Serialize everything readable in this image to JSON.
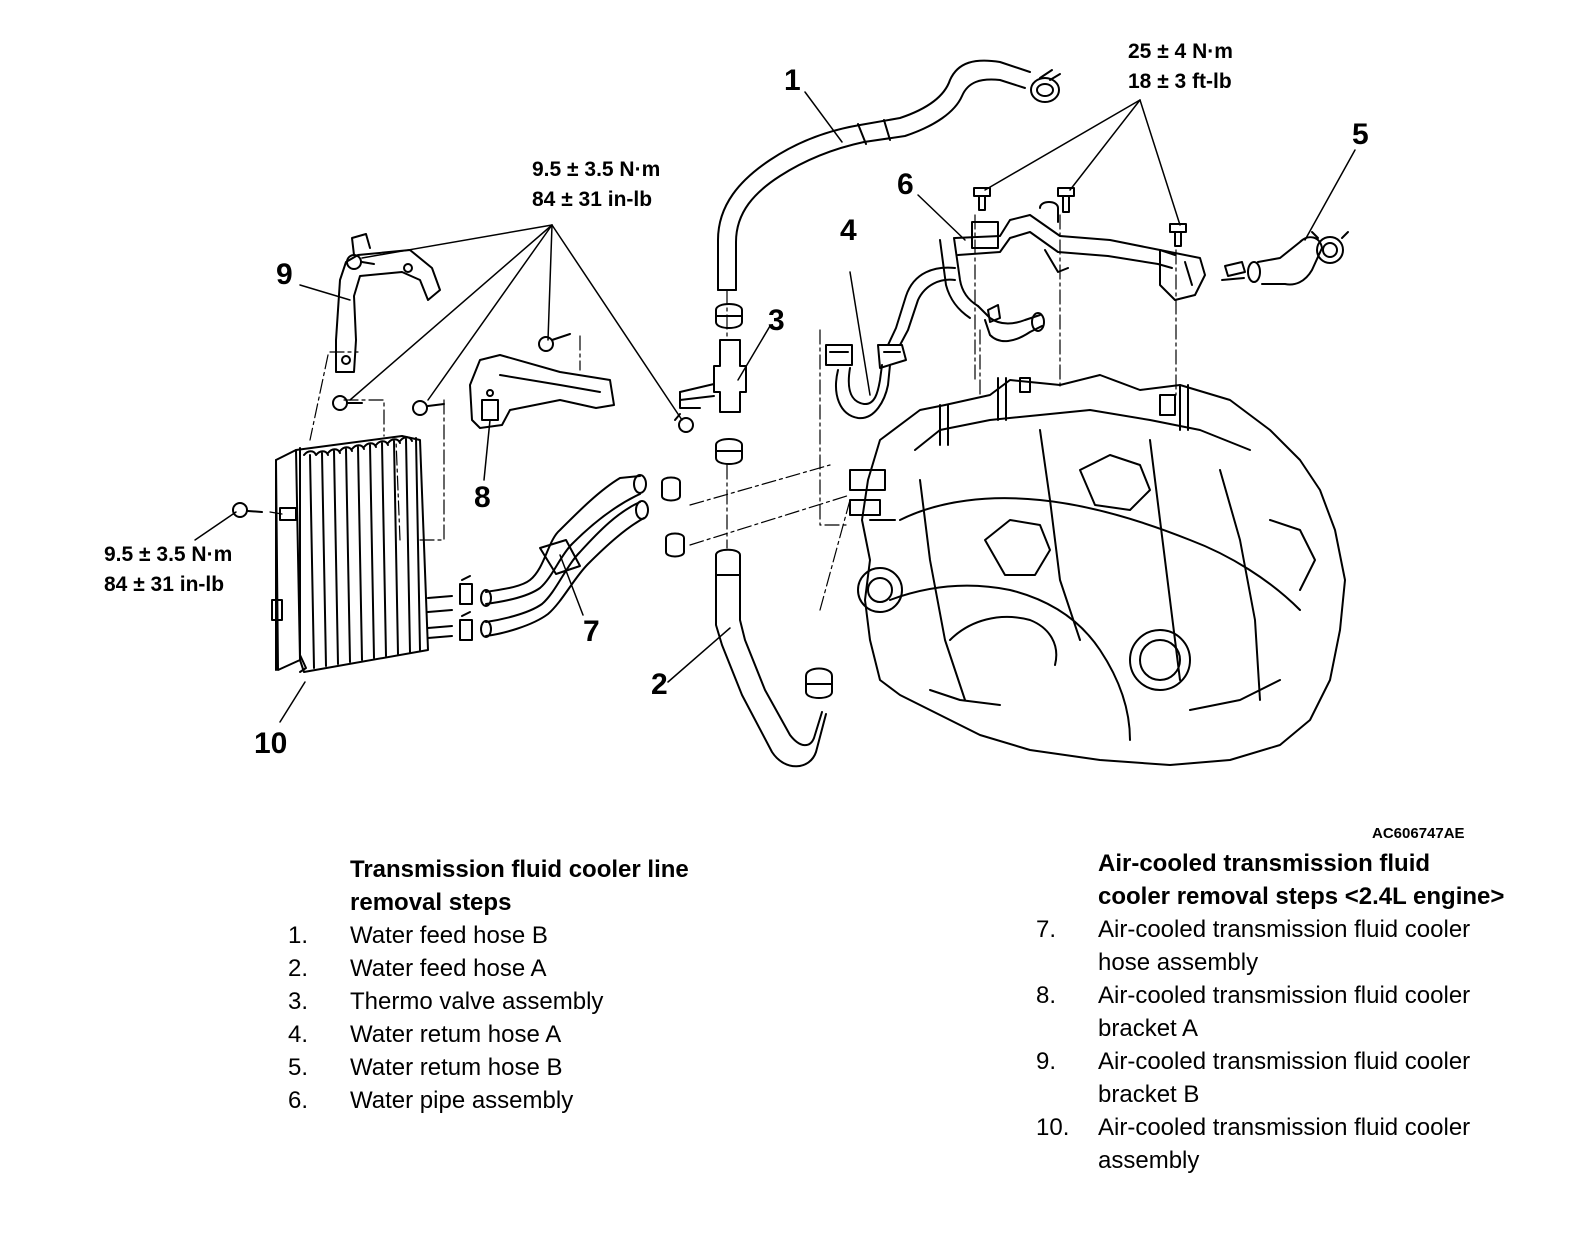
{
  "callouts": {
    "c1": "1",
    "c2": "2",
    "c3": "3",
    "c4": "4",
    "c5": "5",
    "c6": "6",
    "c7": "7",
    "c8": "8",
    "c9": "9",
    "c10": "10"
  },
  "torque": {
    "top_right": {
      "metric": "25 ± 4 N·m",
      "imperial": "18 ± 3 ft-lb"
    },
    "top_center": {
      "metric": "9.5 ± 3.5 N·m",
      "imperial": "84 ± 31 in-lb"
    },
    "left": {
      "metric": "9.5 ± 3.5 N·m",
      "imperial": "84 ± 31 in-lb"
    }
  },
  "figure_code": "AC606747AE",
  "left_section": {
    "title": "Transmission fluid cooler line removal steps",
    "items": [
      {
        "num": "1.",
        "text": "Water feed hose B"
      },
      {
        "num": "2.",
        "text": "Water feed hose A"
      },
      {
        "num": "3.",
        "text": "Thermo valve assembly"
      },
      {
        "num": "4.",
        "text": "Water retum hose A"
      },
      {
        "num": "5.",
        "text": "Water retum hose B"
      },
      {
        "num": "6.",
        "text": "Water pipe assembly"
      }
    ]
  },
  "right_section": {
    "title": "Air-cooled transmission fluid cooler removal steps  <2.4L engine>",
    "items": [
      {
        "num": "7.",
        "text": "Air-cooled transmission fluid cooler hose assembly"
      },
      {
        "num": "8.",
        "text": "Air-cooled transmission fluid cooler bracket A"
      },
      {
        "num": "9.",
        "text": "Air-cooled transmission fluid cooler bracket B"
      },
      {
        "num": "10.",
        "text": "Air-cooled transmission fluid cooler assembly"
      }
    ]
  }
}
